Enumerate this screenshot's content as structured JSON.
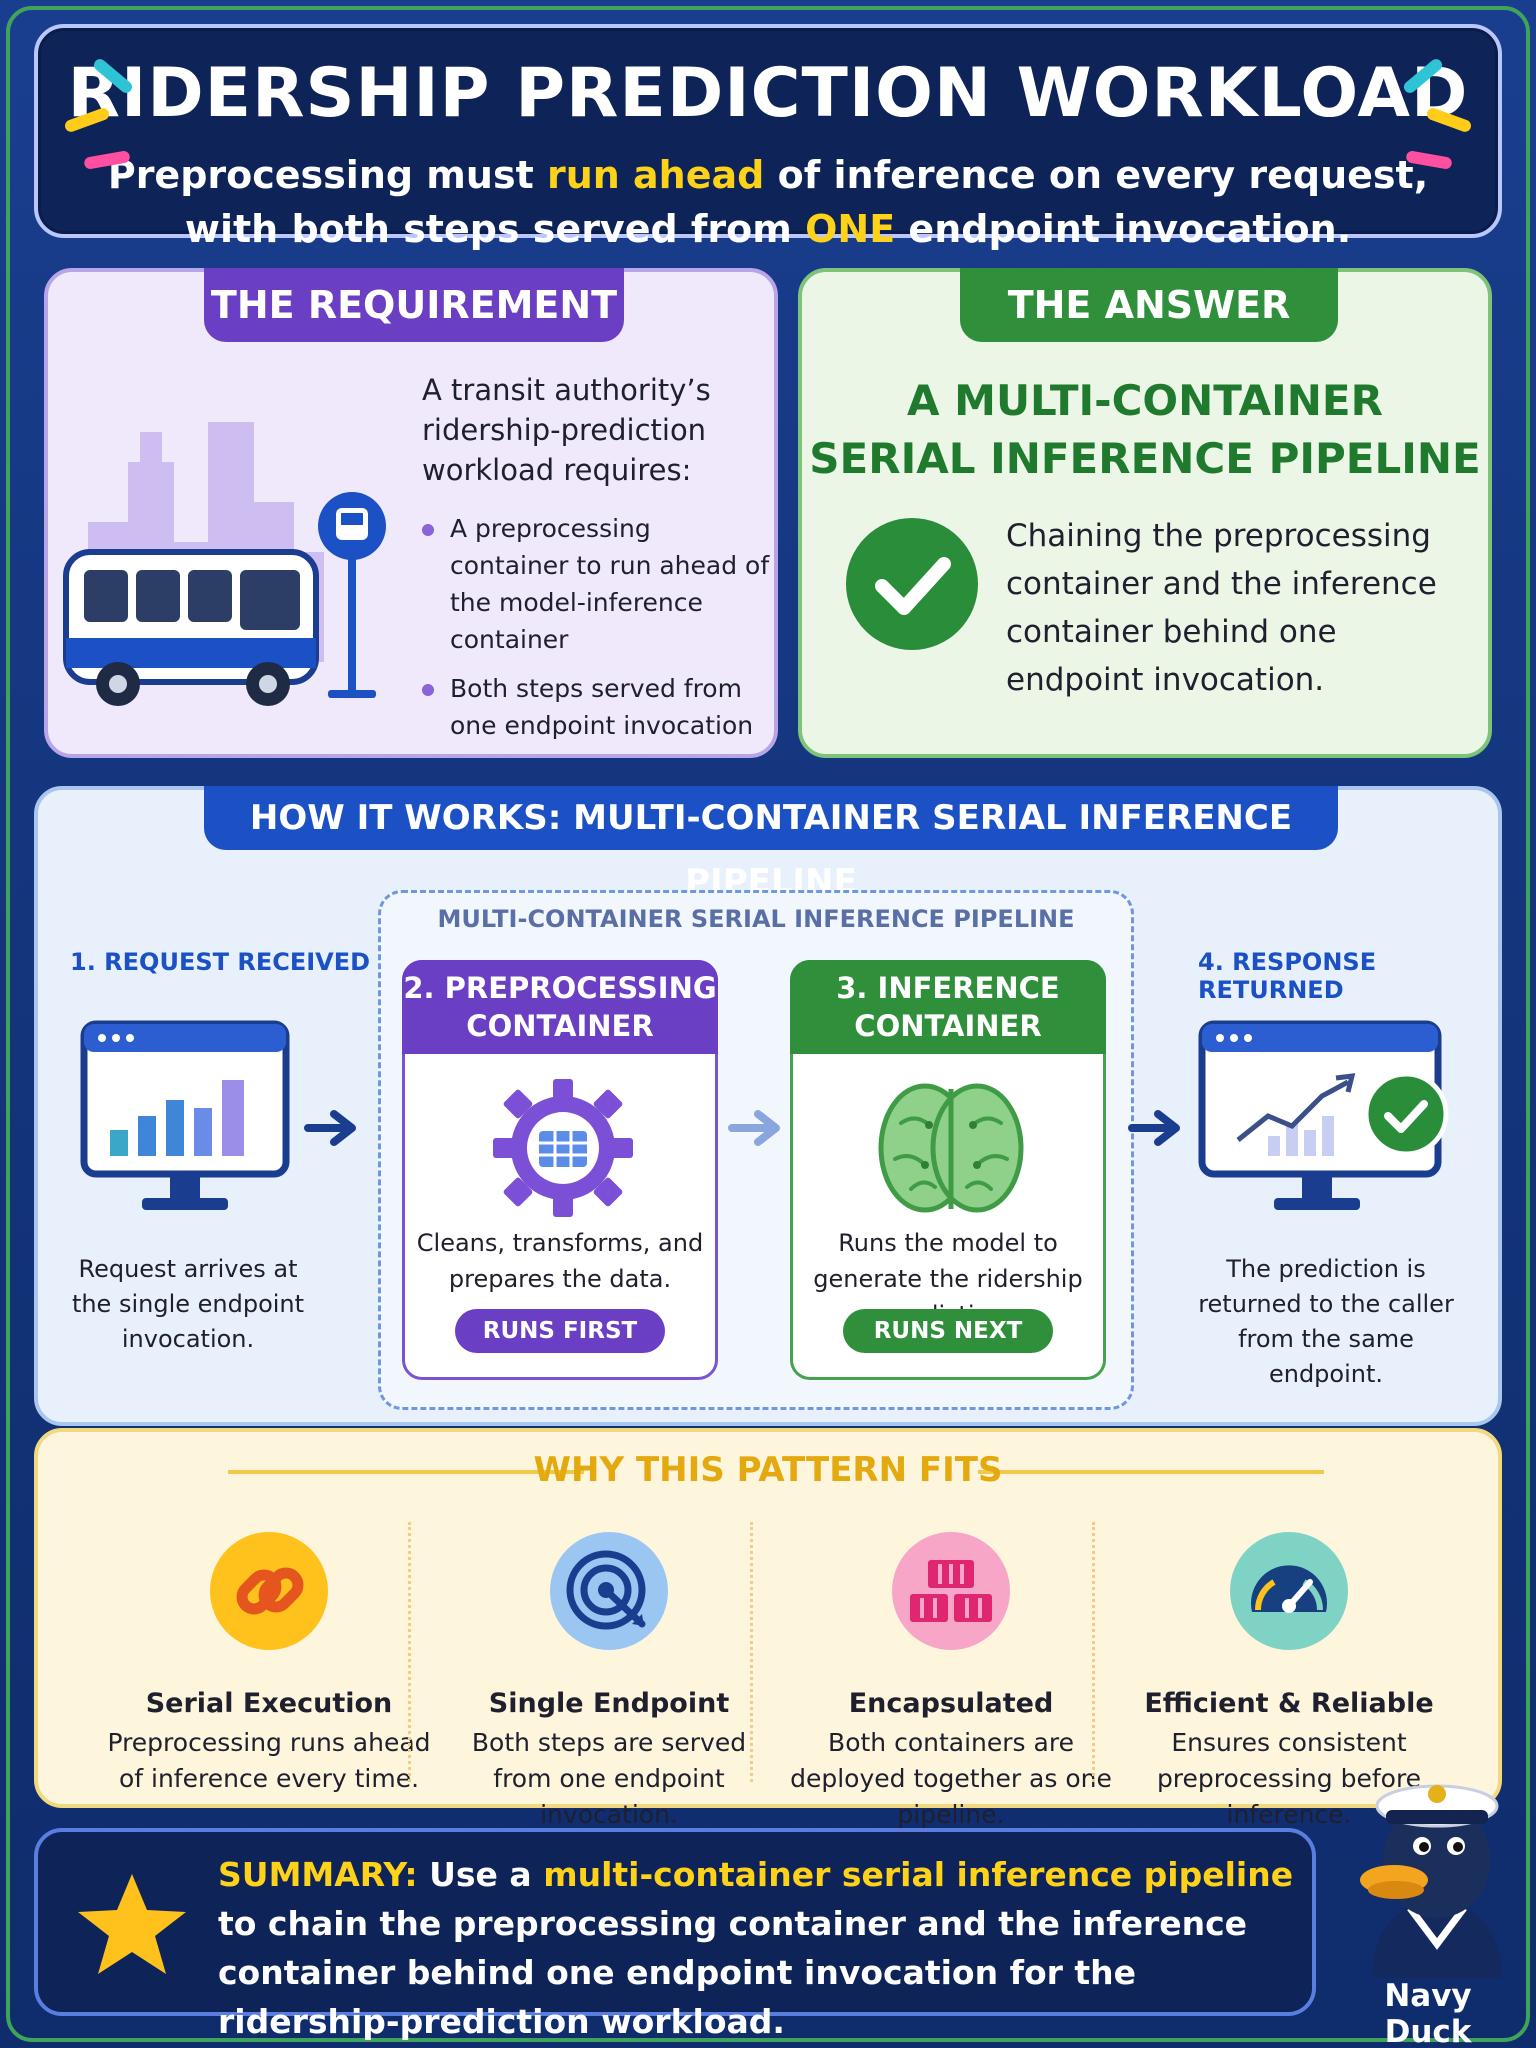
{
  "header": {
    "title": "RIDERSHIP PREDICTION WORKLOAD",
    "subtitle_line1_a": "Preprocessing must ",
    "subtitle_line1_hl": "run ahead",
    "subtitle_line1_b": " of inference on every request,",
    "subtitle_line2_a": "with both steps served from ",
    "subtitle_line2_hl": "ONE",
    "subtitle_line2_b": " endpoint invocation."
  },
  "requirement": {
    "label": "THE REQUIREMENT",
    "intro": "A transit authority’s ridership-prediction workload requires:",
    "items": [
      "A preprocessing container to run ahead of the model-inference container",
      "Both steps served from one endpoint invocation"
    ]
  },
  "answer": {
    "label": "THE ANSWER",
    "heading_line1": "A MULTI-CONTAINER",
    "heading_line2": "SERIAL INFERENCE PIPELINE",
    "text": "Chaining the preprocessing container and the inference container behind one endpoint invocation."
  },
  "how": {
    "label": "HOW IT WORKS: MULTI-CONTAINER SERIAL INFERENCE PIPELINE",
    "pipeline_label": "MULTI-CONTAINER SERIAL INFERENCE PIPELINE",
    "step1": {
      "label": "1. REQUEST RECEIVED",
      "caption": "Request arrives at the single endpoint invocation."
    },
    "step2": {
      "label_line1": "2. PREPROCESSING",
      "label_line2": "CONTAINER",
      "caption": "Cleans, transforms, and prepares the data.",
      "badge": "RUNS FIRST"
    },
    "step3": {
      "label_line1": "3. INFERENCE",
      "label_line2": "CONTAINER",
      "caption": "Runs the model to generate the ridership prediction.",
      "badge": "RUNS NEXT"
    },
    "step4": {
      "label": "4. RESPONSE RETURNED",
      "caption": "The prediction is returned to the caller from the same endpoint."
    }
  },
  "why": {
    "title": "WHY THIS PATTERN FITS",
    "items": [
      {
        "name": "Serial Execution",
        "desc": "Preprocessing runs ahead of inference every time.",
        "icon": "link-icon"
      },
      {
        "name": "Single Endpoint",
        "desc": "Both steps are served from one endpoint invocation.",
        "icon": "target-icon"
      },
      {
        "name": "Encapsulated",
        "desc": "Both containers are deployed together as one pipeline.",
        "icon": "containers-icon"
      },
      {
        "name": "Efficient & Reliable",
        "desc": "Ensures consistent preprocessing before inference.",
        "icon": "gauge-icon"
      }
    ]
  },
  "summary": {
    "label": "SUMMARY:",
    "text_a": " Use a ",
    "hl": "multi-container serial inference pipeline",
    "text_b": " to chain the preprocessing container and the inference container behind one endpoint invocation for the ridership-prediction workload."
  },
  "mascot": {
    "name": "Navy Duck"
  },
  "colors": {
    "purple": "#6b3fc4",
    "green": "#2f8f3b",
    "blue": "#1b51c4",
    "yellow": "#ffd21a",
    "navy": "#0e2358"
  }
}
